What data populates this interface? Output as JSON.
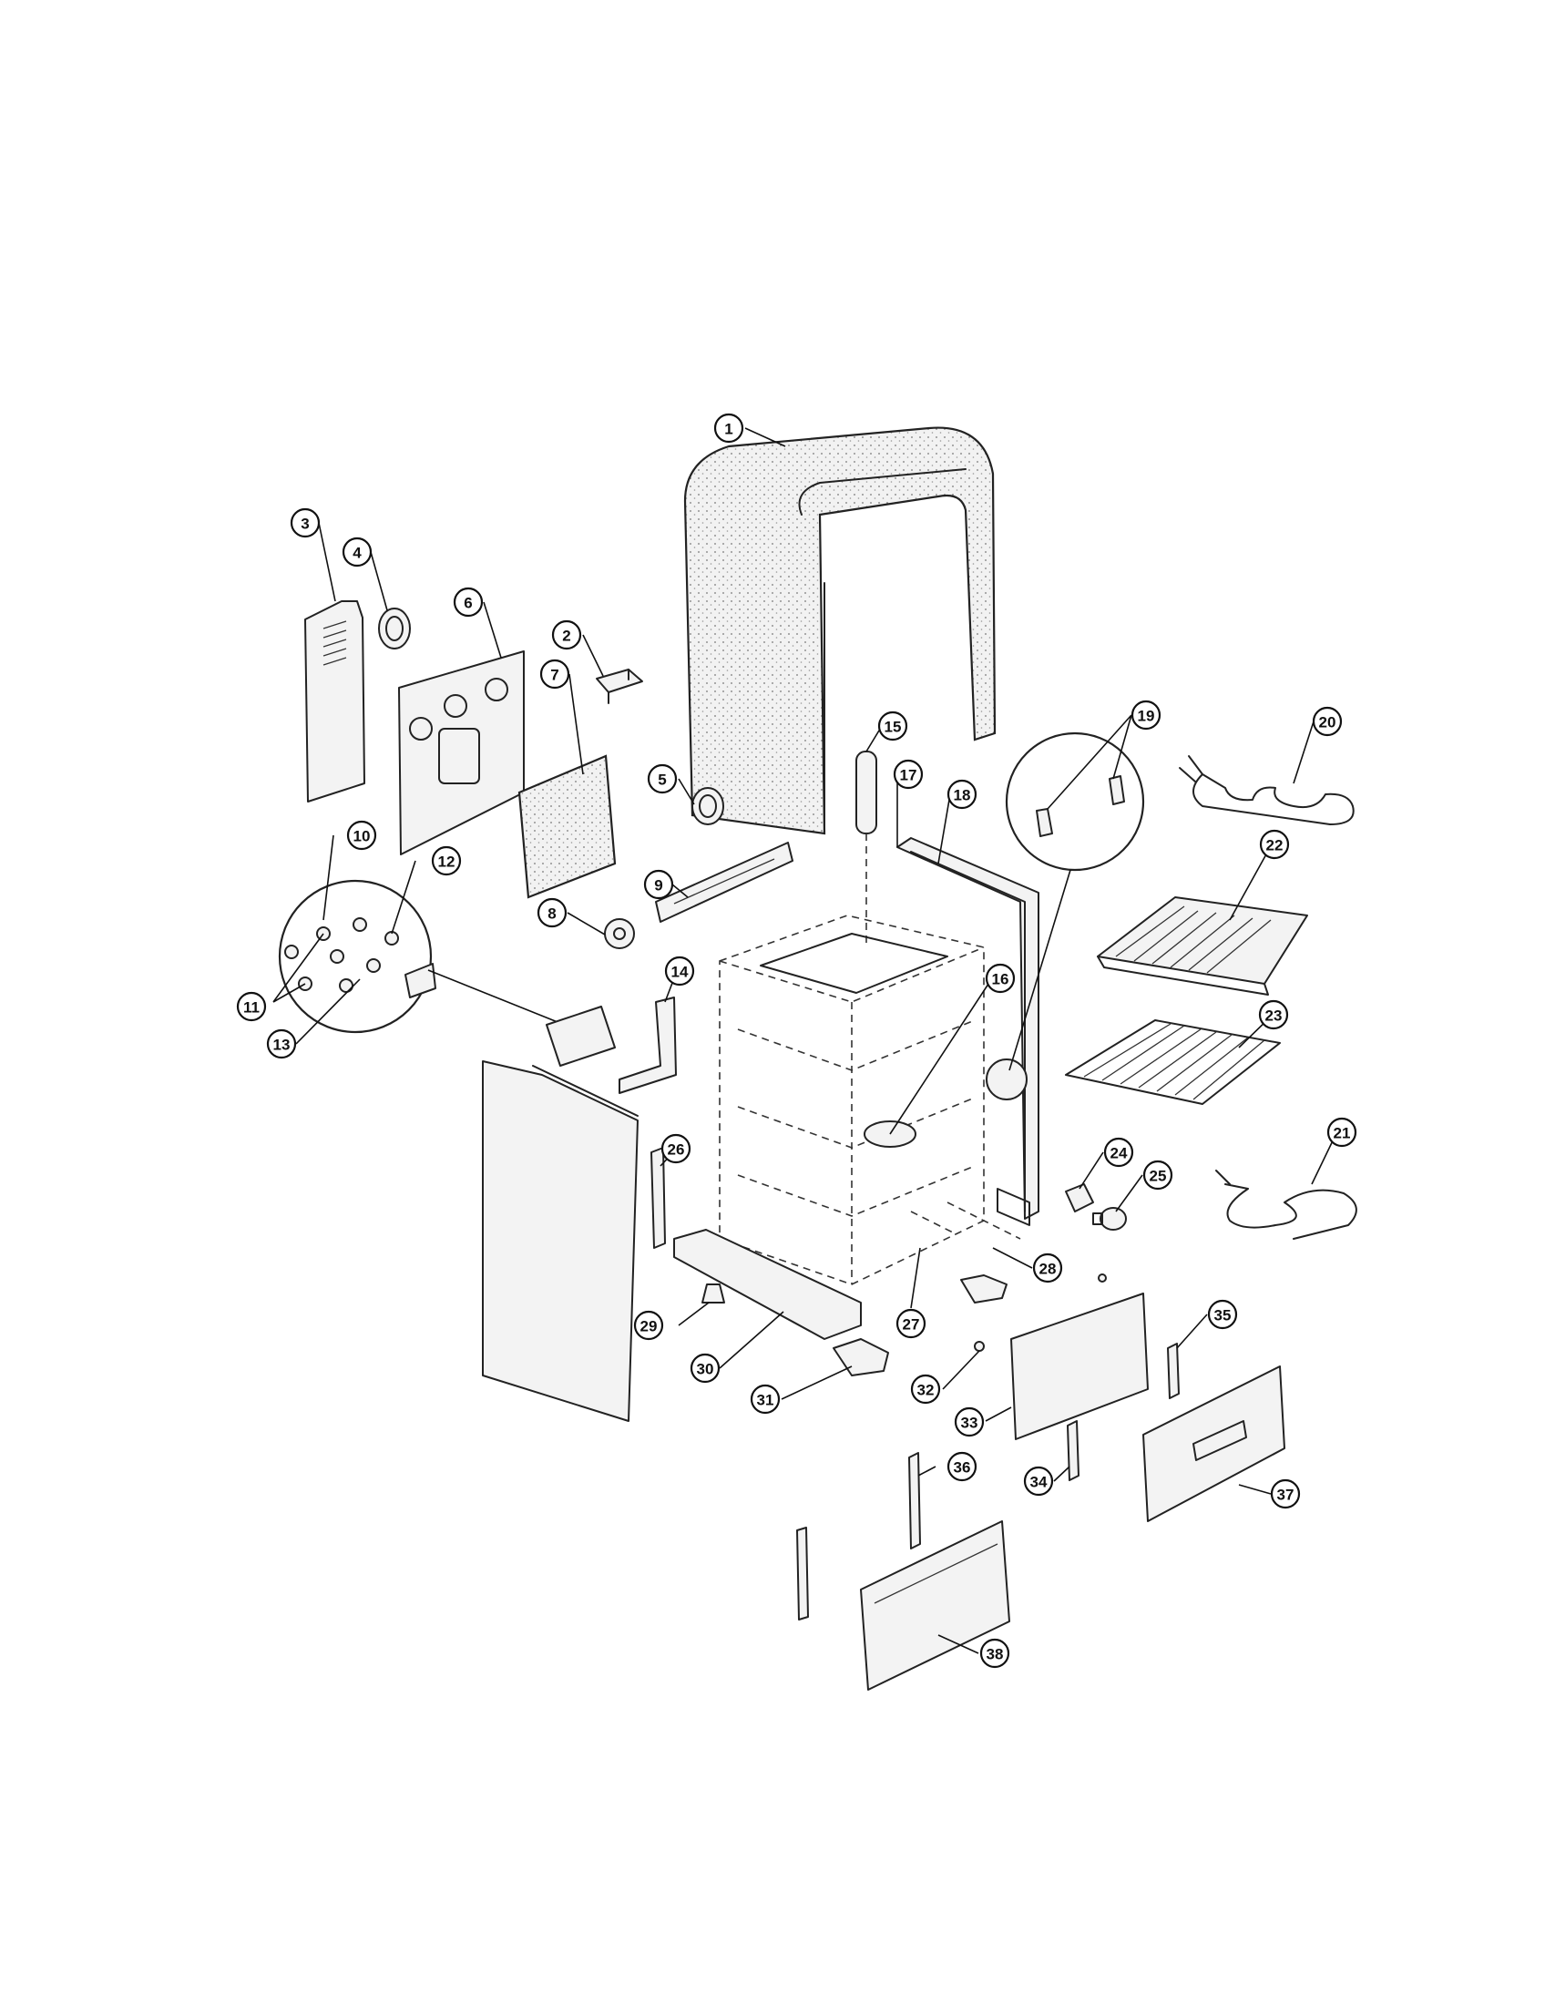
{
  "diagram": {
    "callout_labels": [
      "1",
      "2",
      "3",
      "4",
      "5",
      "6",
      "7",
      "8",
      "9",
      "10",
      "11",
      "12",
      "13",
      "14",
      "15",
      "16",
      "17",
      "18",
      "19",
      "20",
      "21",
      "22",
      "23",
      "24",
      "25",
      "26",
      "27",
      "28",
      "29",
      "30",
      "31",
      "32",
      "33",
      "34",
      "35",
      "36",
      "37",
      "38"
    ]
  },
  "colors": {
    "line": "#222222",
    "background": "#ffffff",
    "fill": "#f3f3f3"
  }
}
